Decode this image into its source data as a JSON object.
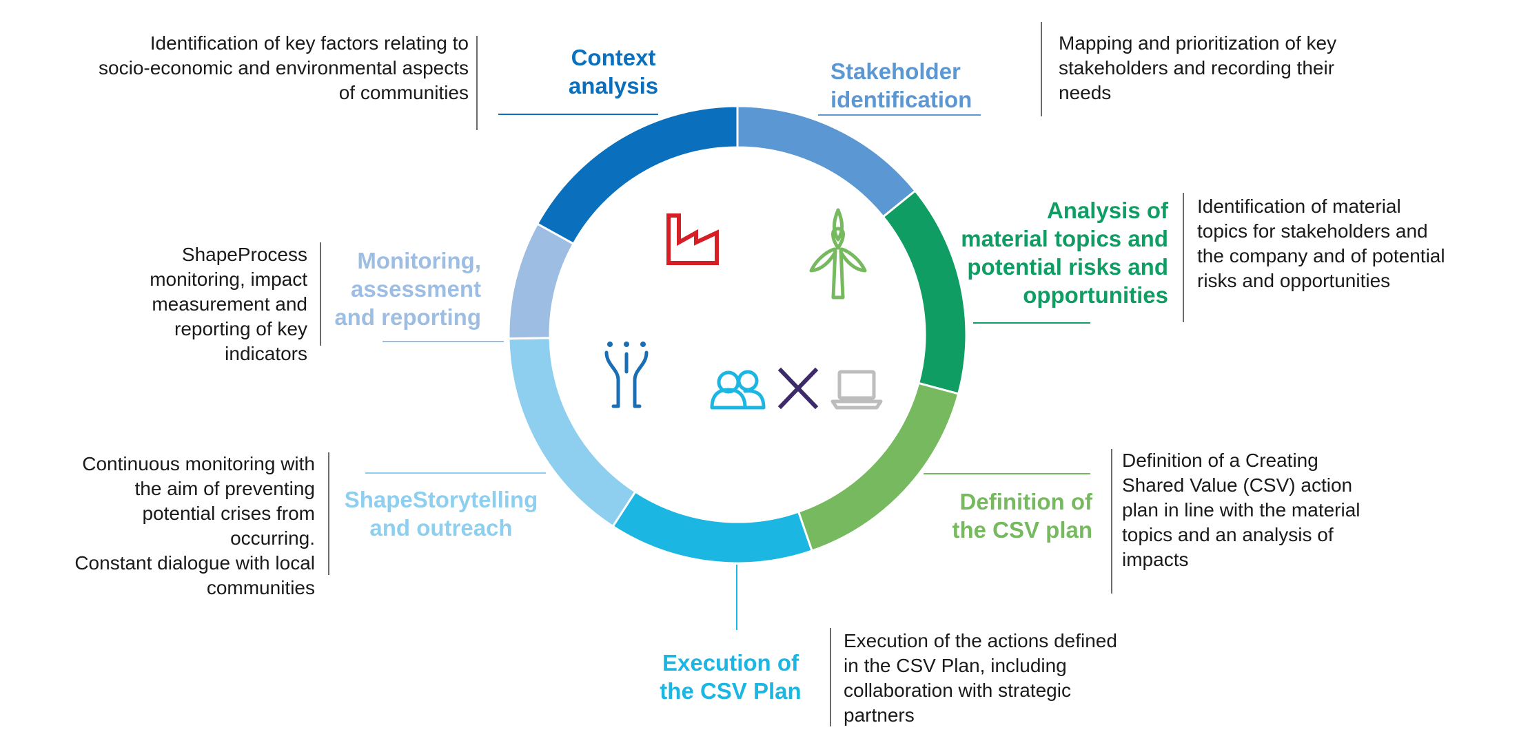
{
  "steps": [
    {
      "title": "Context\nanalysis",
      "desc": "Identification of key factors relating to\nsocio-economic and environmental aspects\nof communities",
      "color": "#0a6fbd"
    },
    {
      "title": "Stakeholder\nidentification",
      "desc": "Mapping and prioritization of key\nstakeholders and recording their\nneeds",
      "color": "#5b97d2"
    },
    {
      "title": "Analysis of\nmaterial topics and\npotential risks and\nopportunities",
      "desc": "Identification of material\ntopics for stakeholders and\nthe company and of potential\nrisks and opportunities",
      "color": "#0f9d63"
    },
    {
      "title": "Definition of\nthe CSV plan",
      "desc": "Definition of a Creating\nShared Value (CSV) action\nplan in line with the material\ntopics and an analysis of\nimpacts",
      "color": "#76b95f"
    },
    {
      "title": "Execution of\nthe CSV Plan",
      "desc": "Execution of the actions defined\nin the CSV Plan, including\ncollaboration with strategic\npartners",
      "color": "#1cb6e2"
    },
    {
      "title": "ShapeStorytelling\nand outreach",
      "desc": "Continuous monitoring with\nthe aim of preventing\npotential crises from\noccurring.\nConstant dialogue with local\ncommunities",
      "color": "#8ecfef"
    },
    {
      "title": "Monitoring,\nassessment\nand reporting",
      "desc": "ShapeProcess\nmonitoring, impact\nmeasurement and\nreporting of key\nindicators",
      "color": "#9dbde3"
    }
  ],
  "icons": [
    {
      "name": "factory-icon",
      "color": "#d51f26"
    },
    {
      "name": "wind-turbine-icon",
      "color": "#76b95f"
    },
    {
      "name": "people-network-icon",
      "color": "#1a6eb3"
    },
    {
      "name": "group-icon",
      "color": "#1cb6e2"
    },
    {
      "name": "cross-icon",
      "color": "#3c2a6b"
    },
    {
      "name": "laptop-icon",
      "color": "#bdbdbd"
    }
  ]
}
